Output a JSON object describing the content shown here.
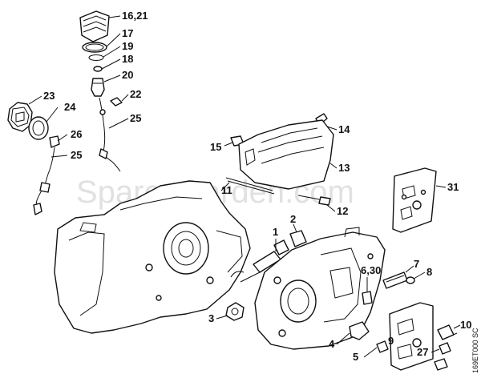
{
  "callouts": {
    "c1621": "16,21",
    "c17": "17",
    "c19": "19",
    "c18": "18",
    "c20": "20",
    "c22": "22",
    "c25a": "25",
    "c23": "23",
    "c24": "24",
    "c26": "26",
    "c25b": "25",
    "c14": "14",
    "c15": "15",
    "c13": "13",
    "c11": "11",
    "c12": "12",
    "c31": "31",
    "c1": "1",
    "c2": "2",
    "c630": "6,30",
    "c7": "7",
    "c8": "8",
    "c3": "3",
    "c4": "4",
    "c5": "5",
    "c9": "9",
    "c10": "10",
    "c27": "27"
  },
  "watermark": "SparesGarden.com",
  "drawing_code": "169ET000 SC"
}
